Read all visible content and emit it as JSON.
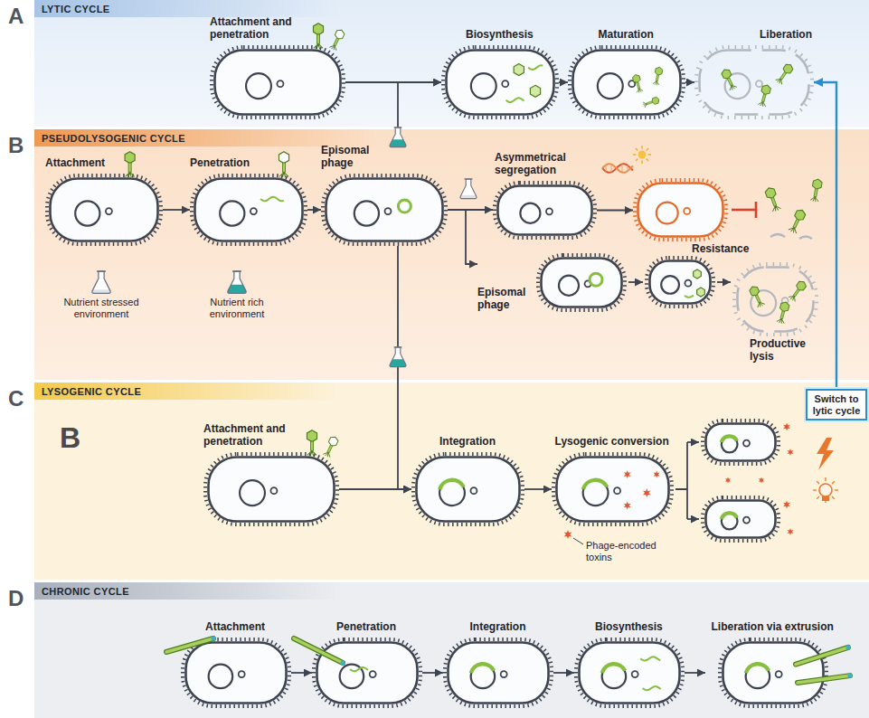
{
  "diagram": {
    "nodes": [
      {
        "text": [
          "LYTIC CYCLE"
        ]
      },
      {
        "text": [
          "Attachment and penetration"
        ],
        "in": 0
      },
      {
        "text": [
          "Biosynthesis"
        ],
        "in": 0
      },
      {
        "text": [
          "Maturation"
        ],
        "in": 0
      },
      {
        "text": [
          "Liberation"
        ],
        "in": 0
      },
      {
        "text": [
          "PSEUDOLYSOGENIC CYCLE"
        ]
      },
      {
        "text": [
          "Attachment"
        ],
        "in": 5
      },
      {
        "text": [
          "Penetration"
        ],
        "in": 5
      },
      {
        "text": [
          "Episomal phage"
        ],
        "in": 5
      },
      {
        "text": [
          "Asymmetrical segregation"
        ],
        "in": 5
      },
      {
        "text": [
          "Resistance"
        ],
        "in": 5
      },
      {
        "text": [
          "Episomal phage"
        ],
        "in": 5
      },
      {
        "text": [
          "Productive lysis"
        ],
        "in": 5
      },
      {
        "text": [
          "LYSOGENIC CYCLE"
        ]
      },
      {
        "text": [
          "Attachment and penetration"
        ],
        "in": 13
      },
      {
        "text": [
          "Integration"
        ],
        "in": 13
      },
      {
        "text": [
          "Lysogenic conversion"
        ],
        "in": 13
      },
      {
        "text": [
          "Switch to lytic cycle"
        ],
        "in": 13
      },
      {
        "text": [
          "CHRONIC CYCLE"
        ]
      },
      {
        "text": [
          "Attachment"
        ],
        "in": 18
      },
      {
        "text": [
          "Penetration"
        ],
        "in": 18
      },
      {
        "text": [
          "Integration"
        ],
        "in": 18
      },
      {
        "text": [
          "Biosynthesis"
        ],
        "in": 18
      },
      {
        "text": [
          "Liberation via extrusion"
        ],
        "in": 18
      }
    ],
    "edges": [
      {
        "from": 1,
        "to": 2,
        "arrow": "to"
      },
      {
        "from": 2,
        "to": 3,
        "arrow": "to"
      },
      {
        "from": 3,
        "to": 4,
        "arrow": "to"
      },
      {
        "from": 6,
        "to": 7,
        "arrow": "to"
      },
      {
        "from": 7,
        "to": 8,
        "arrow": "to"
      },
      {
        "from": 8,
        "to": 2,
        "arrow": "to"
      },
      {
        "from": 8,
        "to": 9,
        "arrow": "to"
      },
      {
        "from": 8,
        "to": 11,
        "arrow": "to"
      },
      {
        "from": 9,
        "to": 10,
        "arrow": "to"
      },
      {
        "from": 8,
        "to": 15,
        "arrow": "to"
      },
      {
        "from": 14,
        "to": 15,
        "arrow": "to"
      },
      {
        "from": 15,
        "to": 16,
        "arrow": "to"
      },
      {
        "from": 17,
        "to": 4,
        "arrow": "to"
      },
      {
        "from": 19,
        "to": 20,
        "arrow": "to"
      },
      {
        "from": 20,
        "to": 21,
        "arrow": "to"
      },
      {
        "from": 21,
        "to": 22,
        "arrow": "to"
      },
      {
        "from": 22,
        "to": 23,
        "arrow": "to"
      }
    ],
    "labels": [
      "A",
      "B",
      "C",
      "D",
      "B",
      "Phage-encoded toxins"
    ],
    "legend": [
      {
        "text": "Nutrient stressed environment"
      },
      {
        "text": "Nutrient rich environment"
      }
    ]
  }
}
